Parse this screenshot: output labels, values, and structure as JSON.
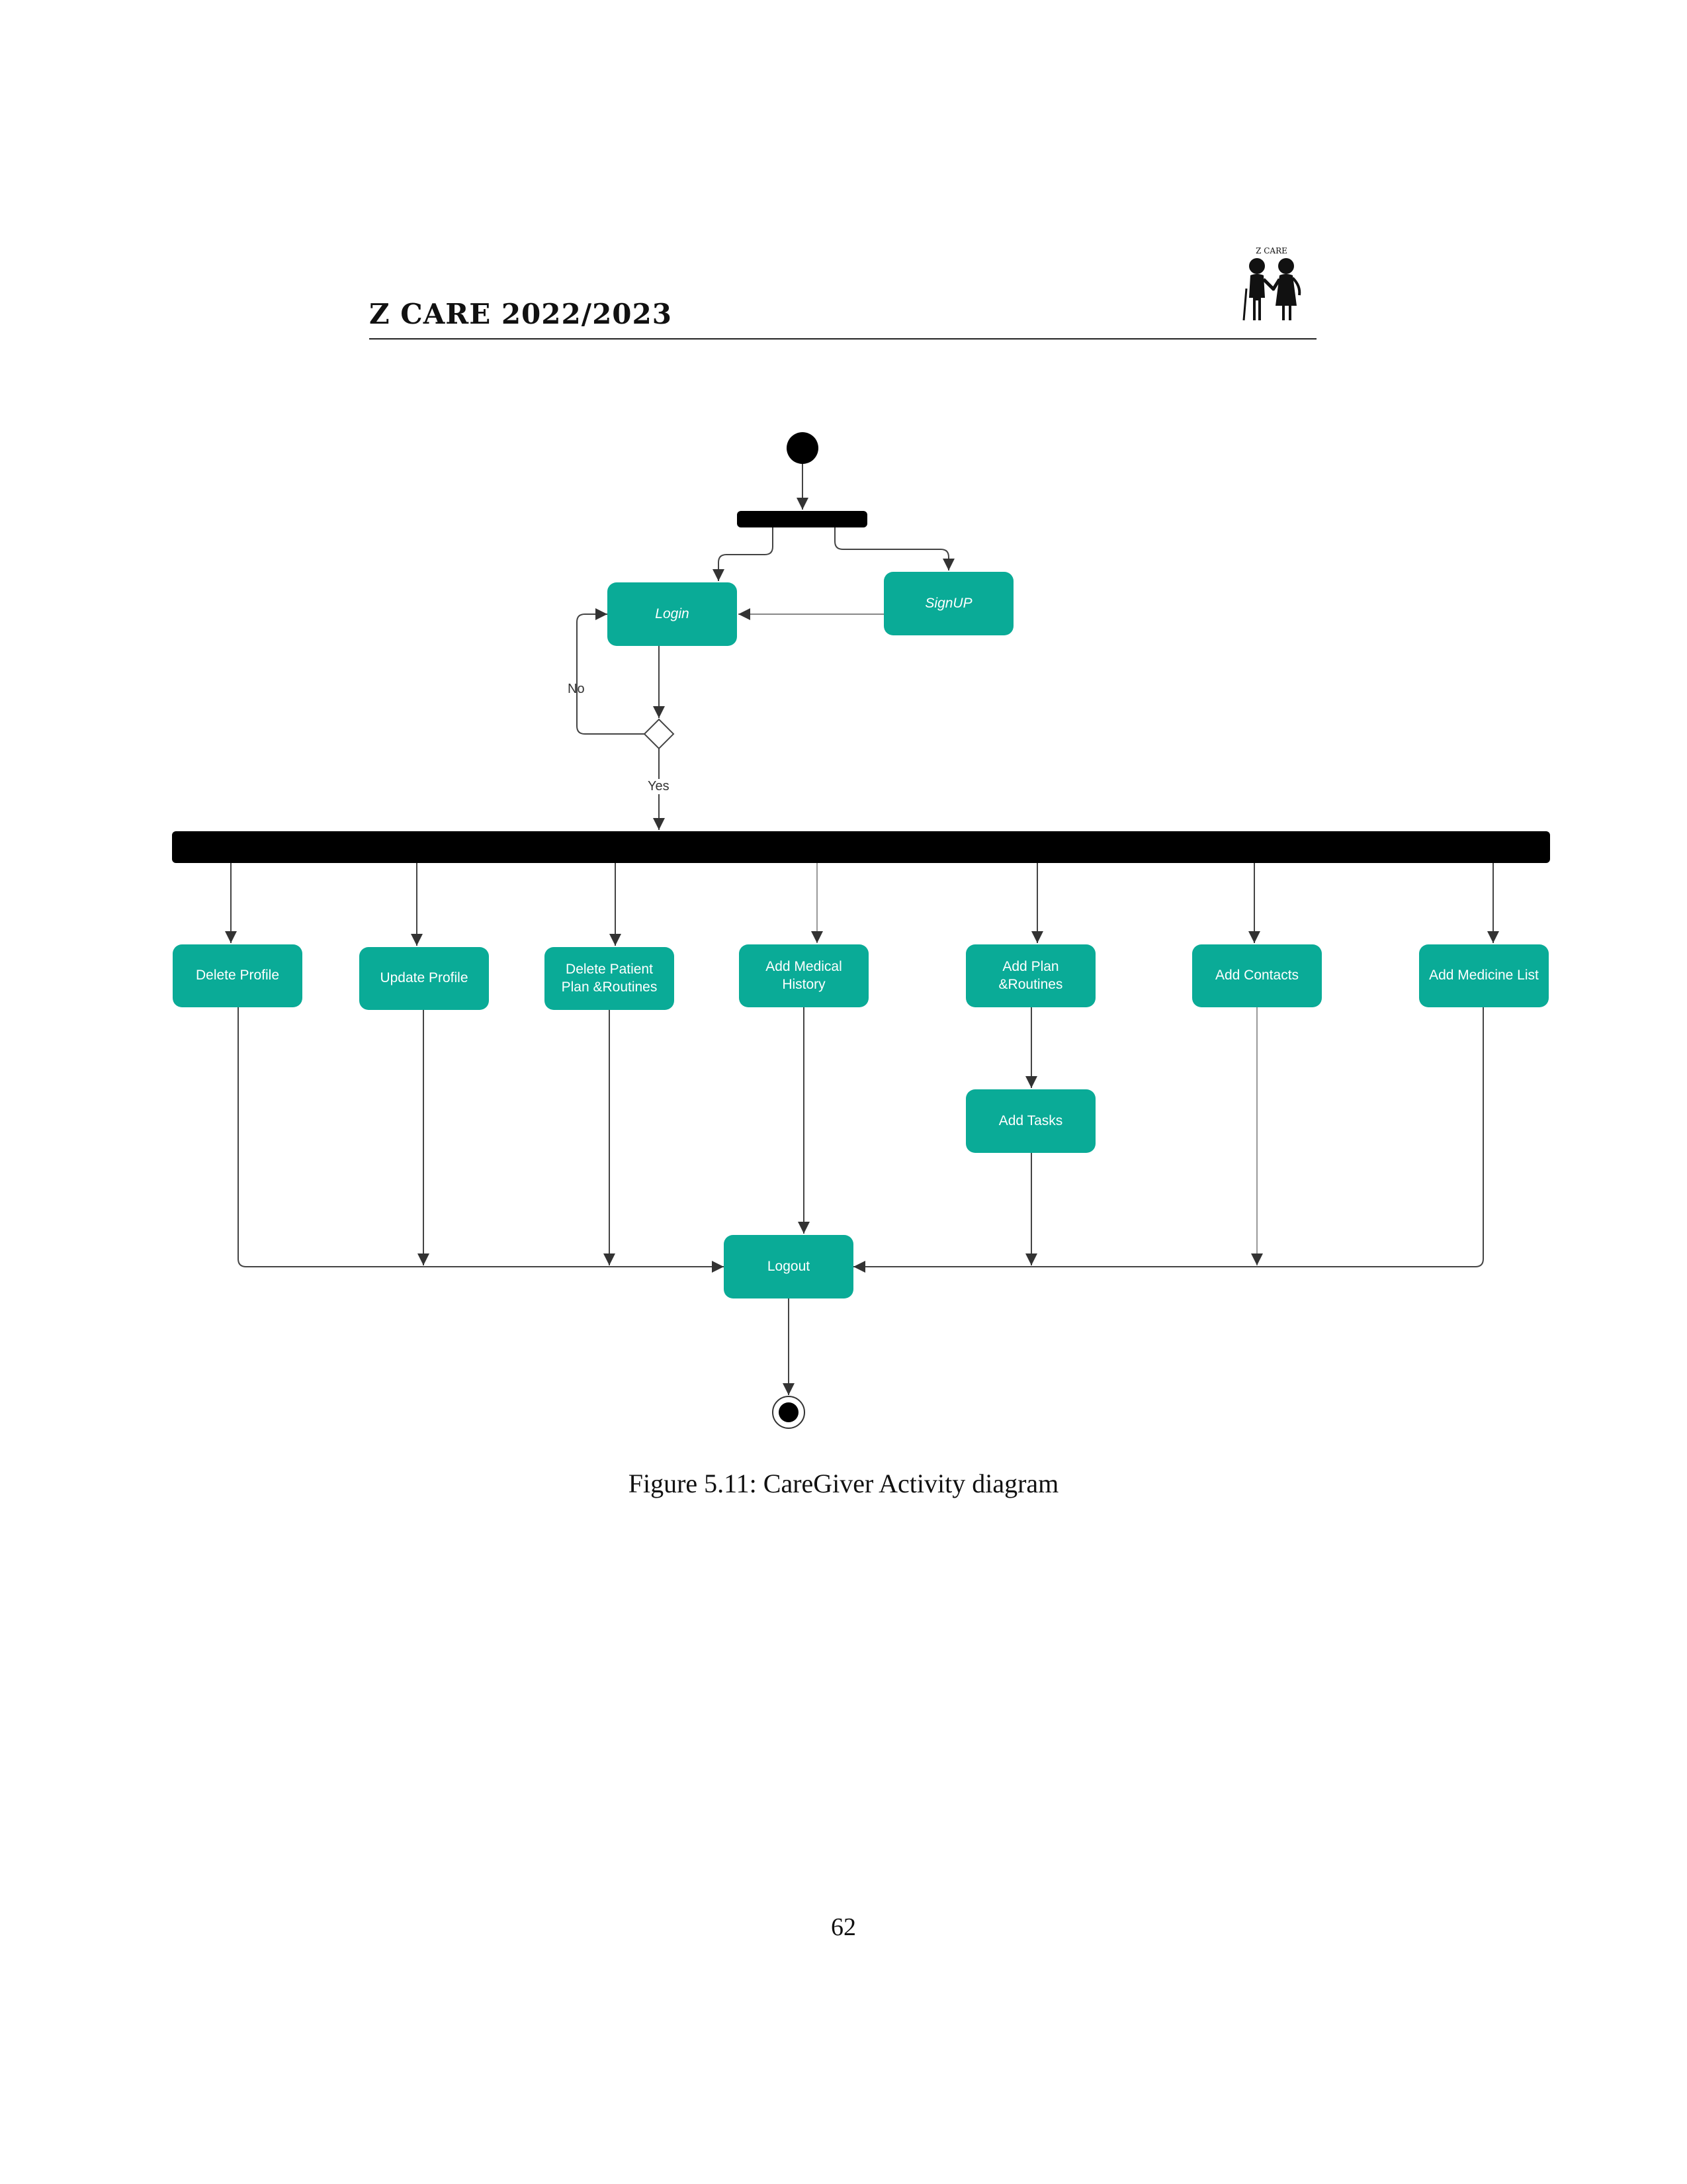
{
  "header": {
    "title": "Z CARE 2022/2023",
    "logo_text": "Z CARE"
  },
  "diagram": {
    "nodes": {
      "login": "Login",
      "signup": "SignUP",
      "delete_profile": "Delete Profile",
      "update_profile": "Update Profile",
      "delete_patient_plan": "Delete Patient\nPlan &Routines",
      "add_medical_history": "Add Medical\nHistory",
      "add_plan_routines": "Add Plan\n&Routines",
      "add_contacts": "Add Contacts",
      "add_medicine_list": "Add Medicine List",
      "add_tasks": "Add Tasks",
      "logout": "Logout"
    },
    "edge_labels": {
      "no": "No",
      "yes": "Yes"
    },
    "colors": {
      "node_fill": "#0aab97",
      "node_text": "#ffffff",
      "bar": "#000000",
      "line": "#444444"
    }
  },
  "caption": "Figure 5.11: CareGiver Activity diagram",
  "page_number": "62"
}
